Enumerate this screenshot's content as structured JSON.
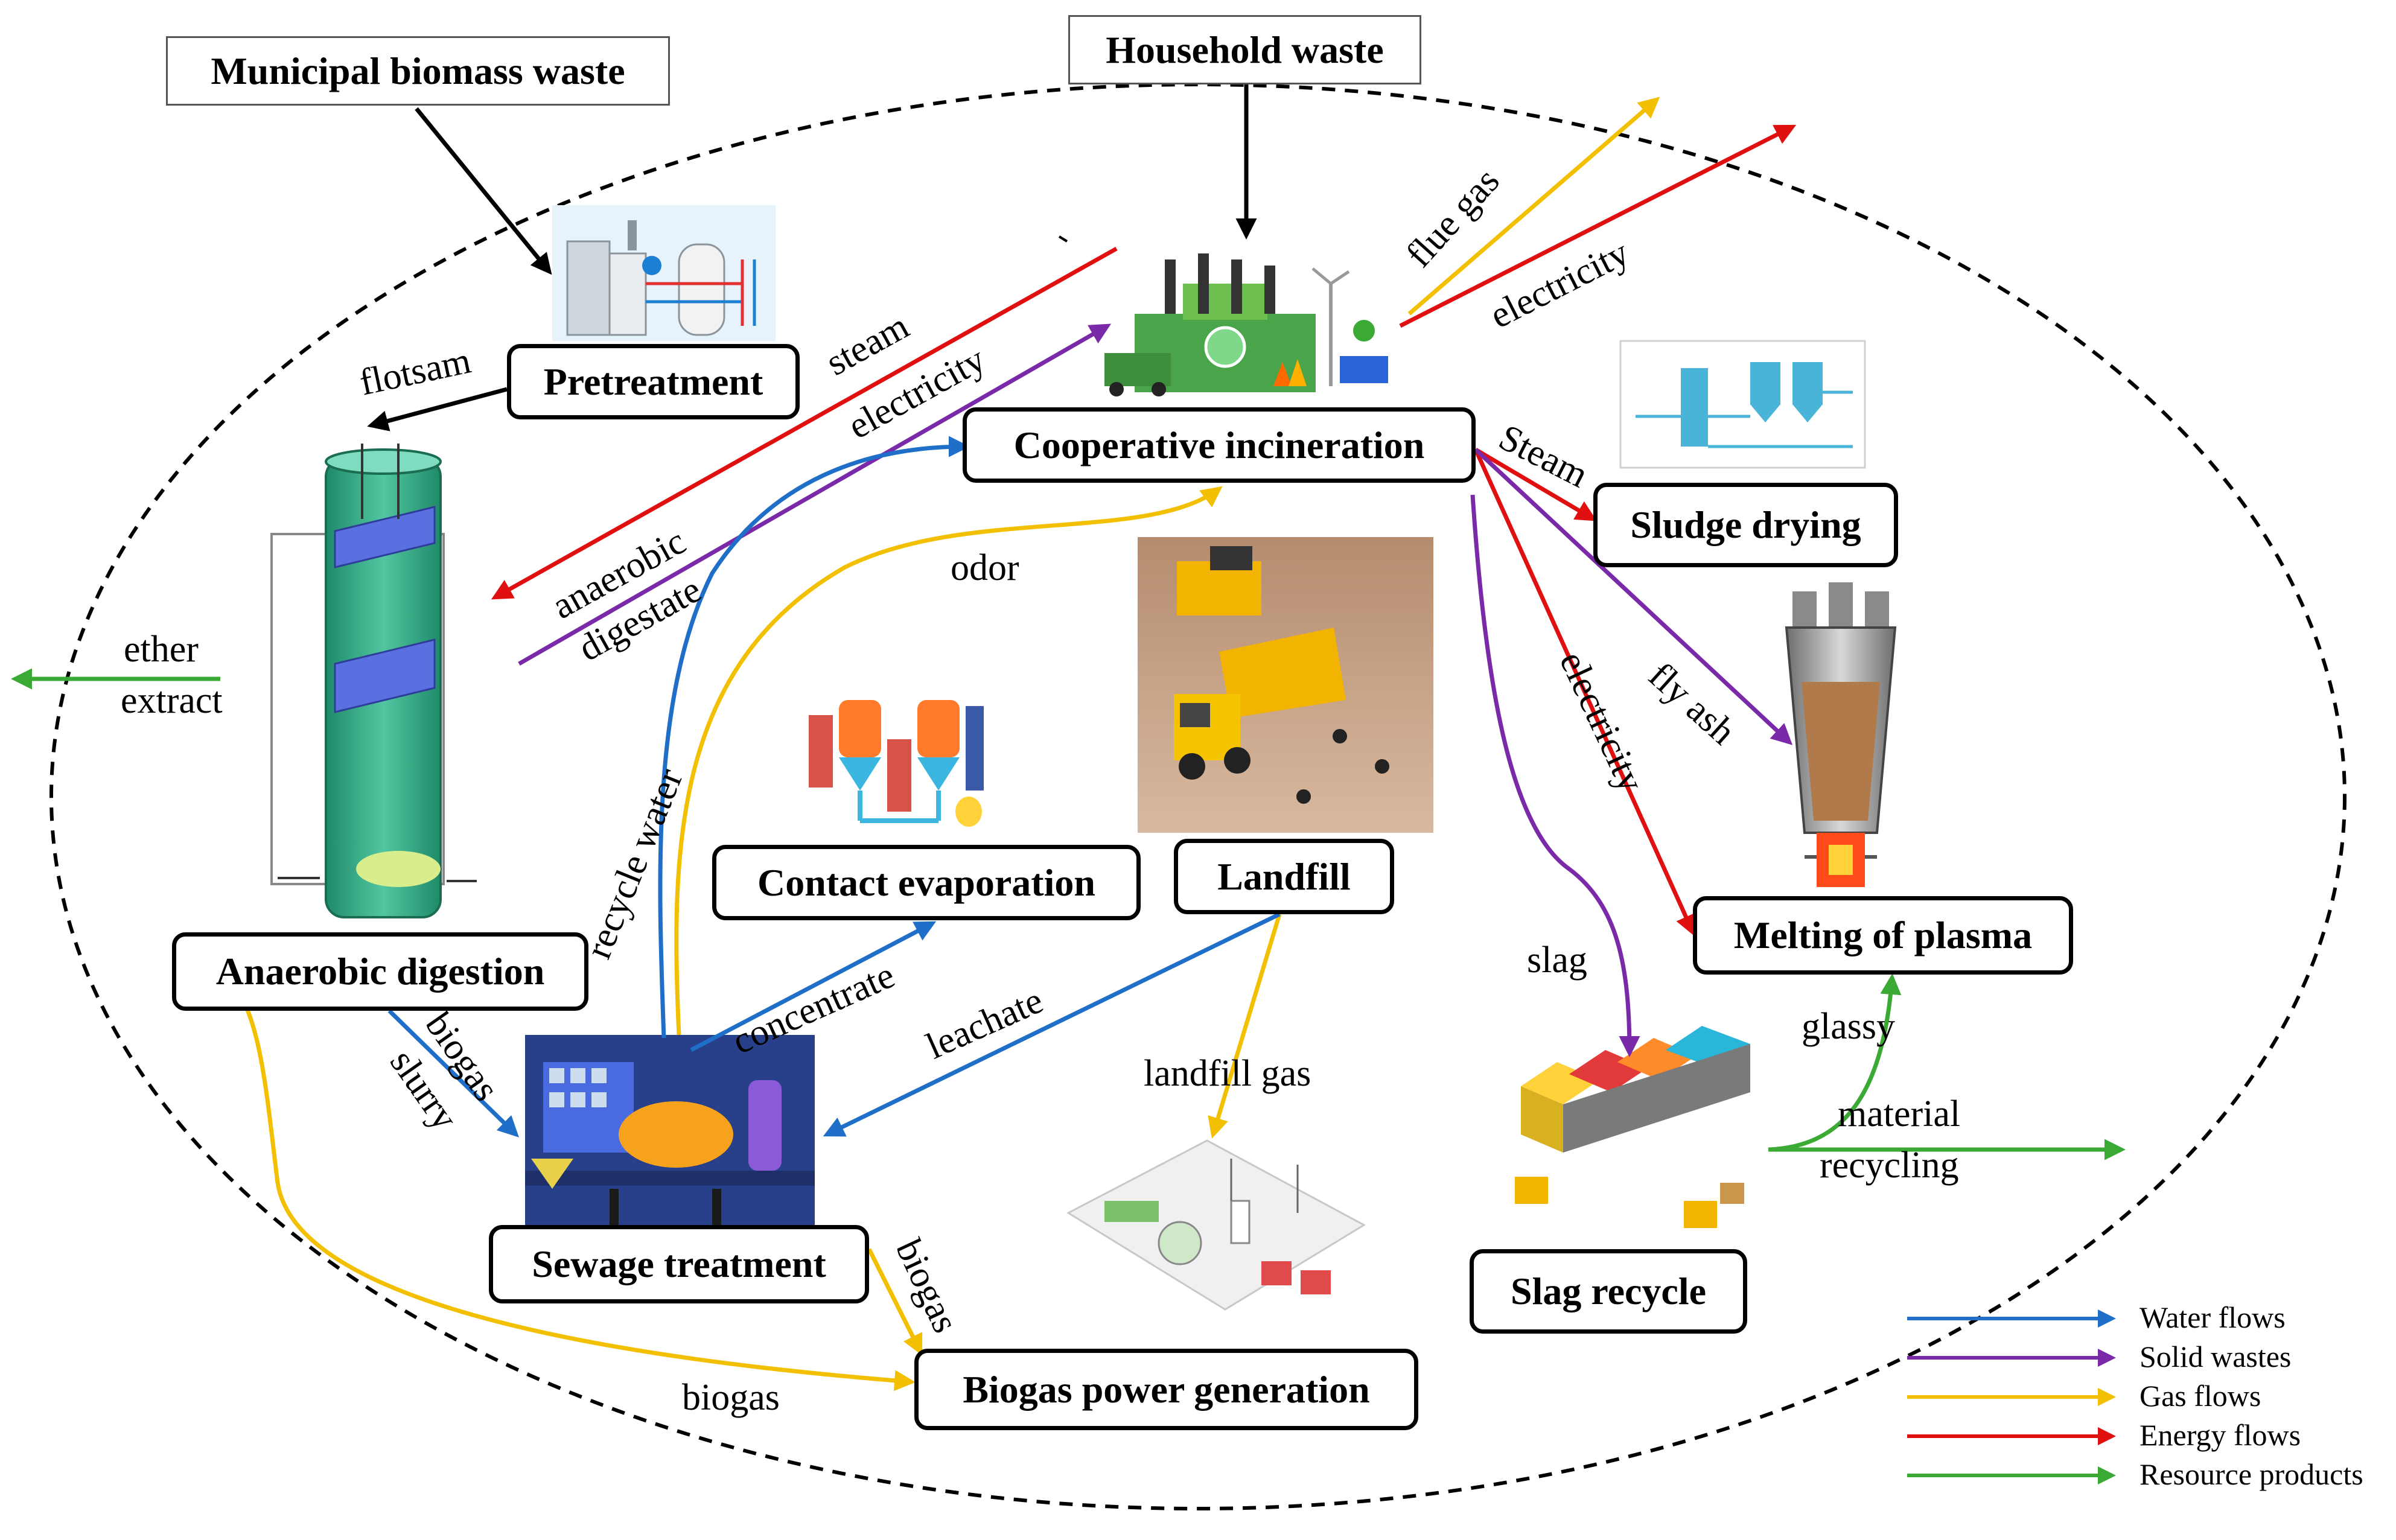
{
  "inputs": {
    "municipal": "Municipal biomass waste",
    "household": "Household waste"
  },
  "nodes": {
    "pretreatment": "Pretreatment",
    "cooperative_incineration": "Cooperative incineration",
    "anaerobic_digestion": "Anaerobic digestion",
    "contact_evaporation": "Contact evaporation",
    "landfill": "Landfill",
    "sludge_drying": "Sludge drying",
    "melting_of_plasma": "Melting of plasma",
    "sewage_treatment": "Sewage treatment",
    "biogas_power_generation": "Biogas power generation",
    "slag_recycle": "Slag recycle"
  },
  "flows": {
    "flotsam": "flotsam",
    "steam": "steam",
    "electricity_top": "electricity",
    "anaerobic": "anaerobic",
    "digestate": "digestate",
    "odor": "odor",
    "ether": "ether",
    "extract": "extract",
    "recycle_water": "recycle water",
    "flue_gas": "flue gas",
    "electricity_out": "electricity",
    "steam_cap": "Steam",
    "fly_ash": "fly ash",
    "electricity_right": "electricity",
    "slag": "slag",
    "glassy": "glassy",
    "material": "material",
    "recycling": "recycling",
    "concentrate": "concentrate",
    "leachate": "leachate",
    "landfill_gas": "landfill  gas",
    "biogas_slurry_1": "biogas",
    "slurry": "slurry",
    "biogas_sewage": "biogas",
    "biogas_bottom": "biogas"
  },
  "legend": [
    {
      "label": "Water flows",
      "color": "#1f6fc9"
    },
    {
      "label": "Solid wastes",
      "color": "#7a2aa8"
    },
    {
      "label": "Gas flows",
      "color": "#f2c000"
    },
    {
      "label": "Energy flows",
      "color": "#e01010"
    },
    {
      "label": "Resource products",
      "color": "#3aaa35"
    }
  ],
  "colors": {
    "water": "#1f6fc9",
    "solid": "#7a2aa8",
    "gas": "#f2c000",
    "energy": "#e01010",
    "resource": "#3aaa35",
    "input": "#000000"
  },
  "illustrations": [
    "boiler-equipment-illustration",
    "anaerobic-reactor-illustration",
    "incineration-plant-illustration",
    "sludge-dryer-schematic",
    "plasma-furnace-illustration",
    "evaporator-illustration",
    "landfill-truck-illustration",
    "sewage-plant-illustration",
    "biogas-plant-illustration",
    "slag-recycle-facility-illustration"
  ]
}
